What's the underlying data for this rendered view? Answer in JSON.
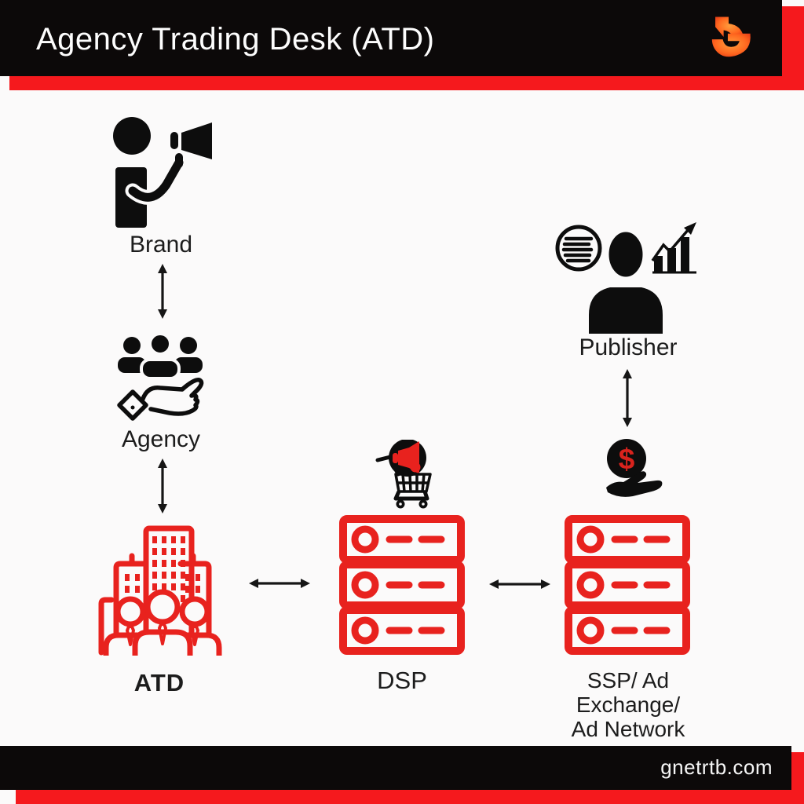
{
  "header": {
    "title": "Agency Trading Desk (ATD)",
    "logo": "gnet-swirl-g-logo"
  },
  "footer": {
    "website": "gnetrtb.com"
  },
  "nodes": {
    "brand": {
      "label": "Brand",
      "icon": "person-with-megaphone-icon"
    },
    "agency": {
      "label": "Agency",
      "icon": "team-on-hand-icon"
    },
    "atd": {
      "label": "ATD",
      "icon": "buildings-with-team-icon"
    },
    "dsp": {
      "label": "DSP",
      "icon": "server-stack-icon",
      "badge_icon": "shopping-cart-with-megaphone-icon"
    },
    "ssp": {
      "label_line1": "SSP/ Ad Exchange/",
      "label_line2": "Ad Network",
      "icon": "server-stack-icon",
      "badge_icon": "dollar-coin-on-hand-icon"
    },
    "publisher": {
      "label": "Publisher",
      "icon": "person-icon",
      "left_icon": "article-circle-icon",
      "right_icon": "growth-chart-icon"
    }
  },
  "connections": [
    {
      "from": "Brand",
      "to": "Agency",
      "type": "bidirectional"
    },
    {
      "from": "Agency",
      "to": "ATD",
      "type": "bidirectional"
    },
    {
      "from": "ATD",
      "to": "DSP",
      "type": "bidirectional"
    },
    {
      "from": "DSP",
      "to": "SSP/ Ad Exchange/ Ad Network",
      "type": "bidirectional"
    },
    {
      "from": "Publisher",
      "to": "SSP/ Ad Exchange/ Ad Network",
      "type": "bidirectional"
    }
  ],
  "colors": {
    "bar_black": "#0c0909",
    "bar_red": "#f5191d",
    "icon_red": "#e8221e",
    "icon_black": "#0d0d0d",
    "background": "#fbfafa",
    "text": "#1c1c1c"
  }
}
